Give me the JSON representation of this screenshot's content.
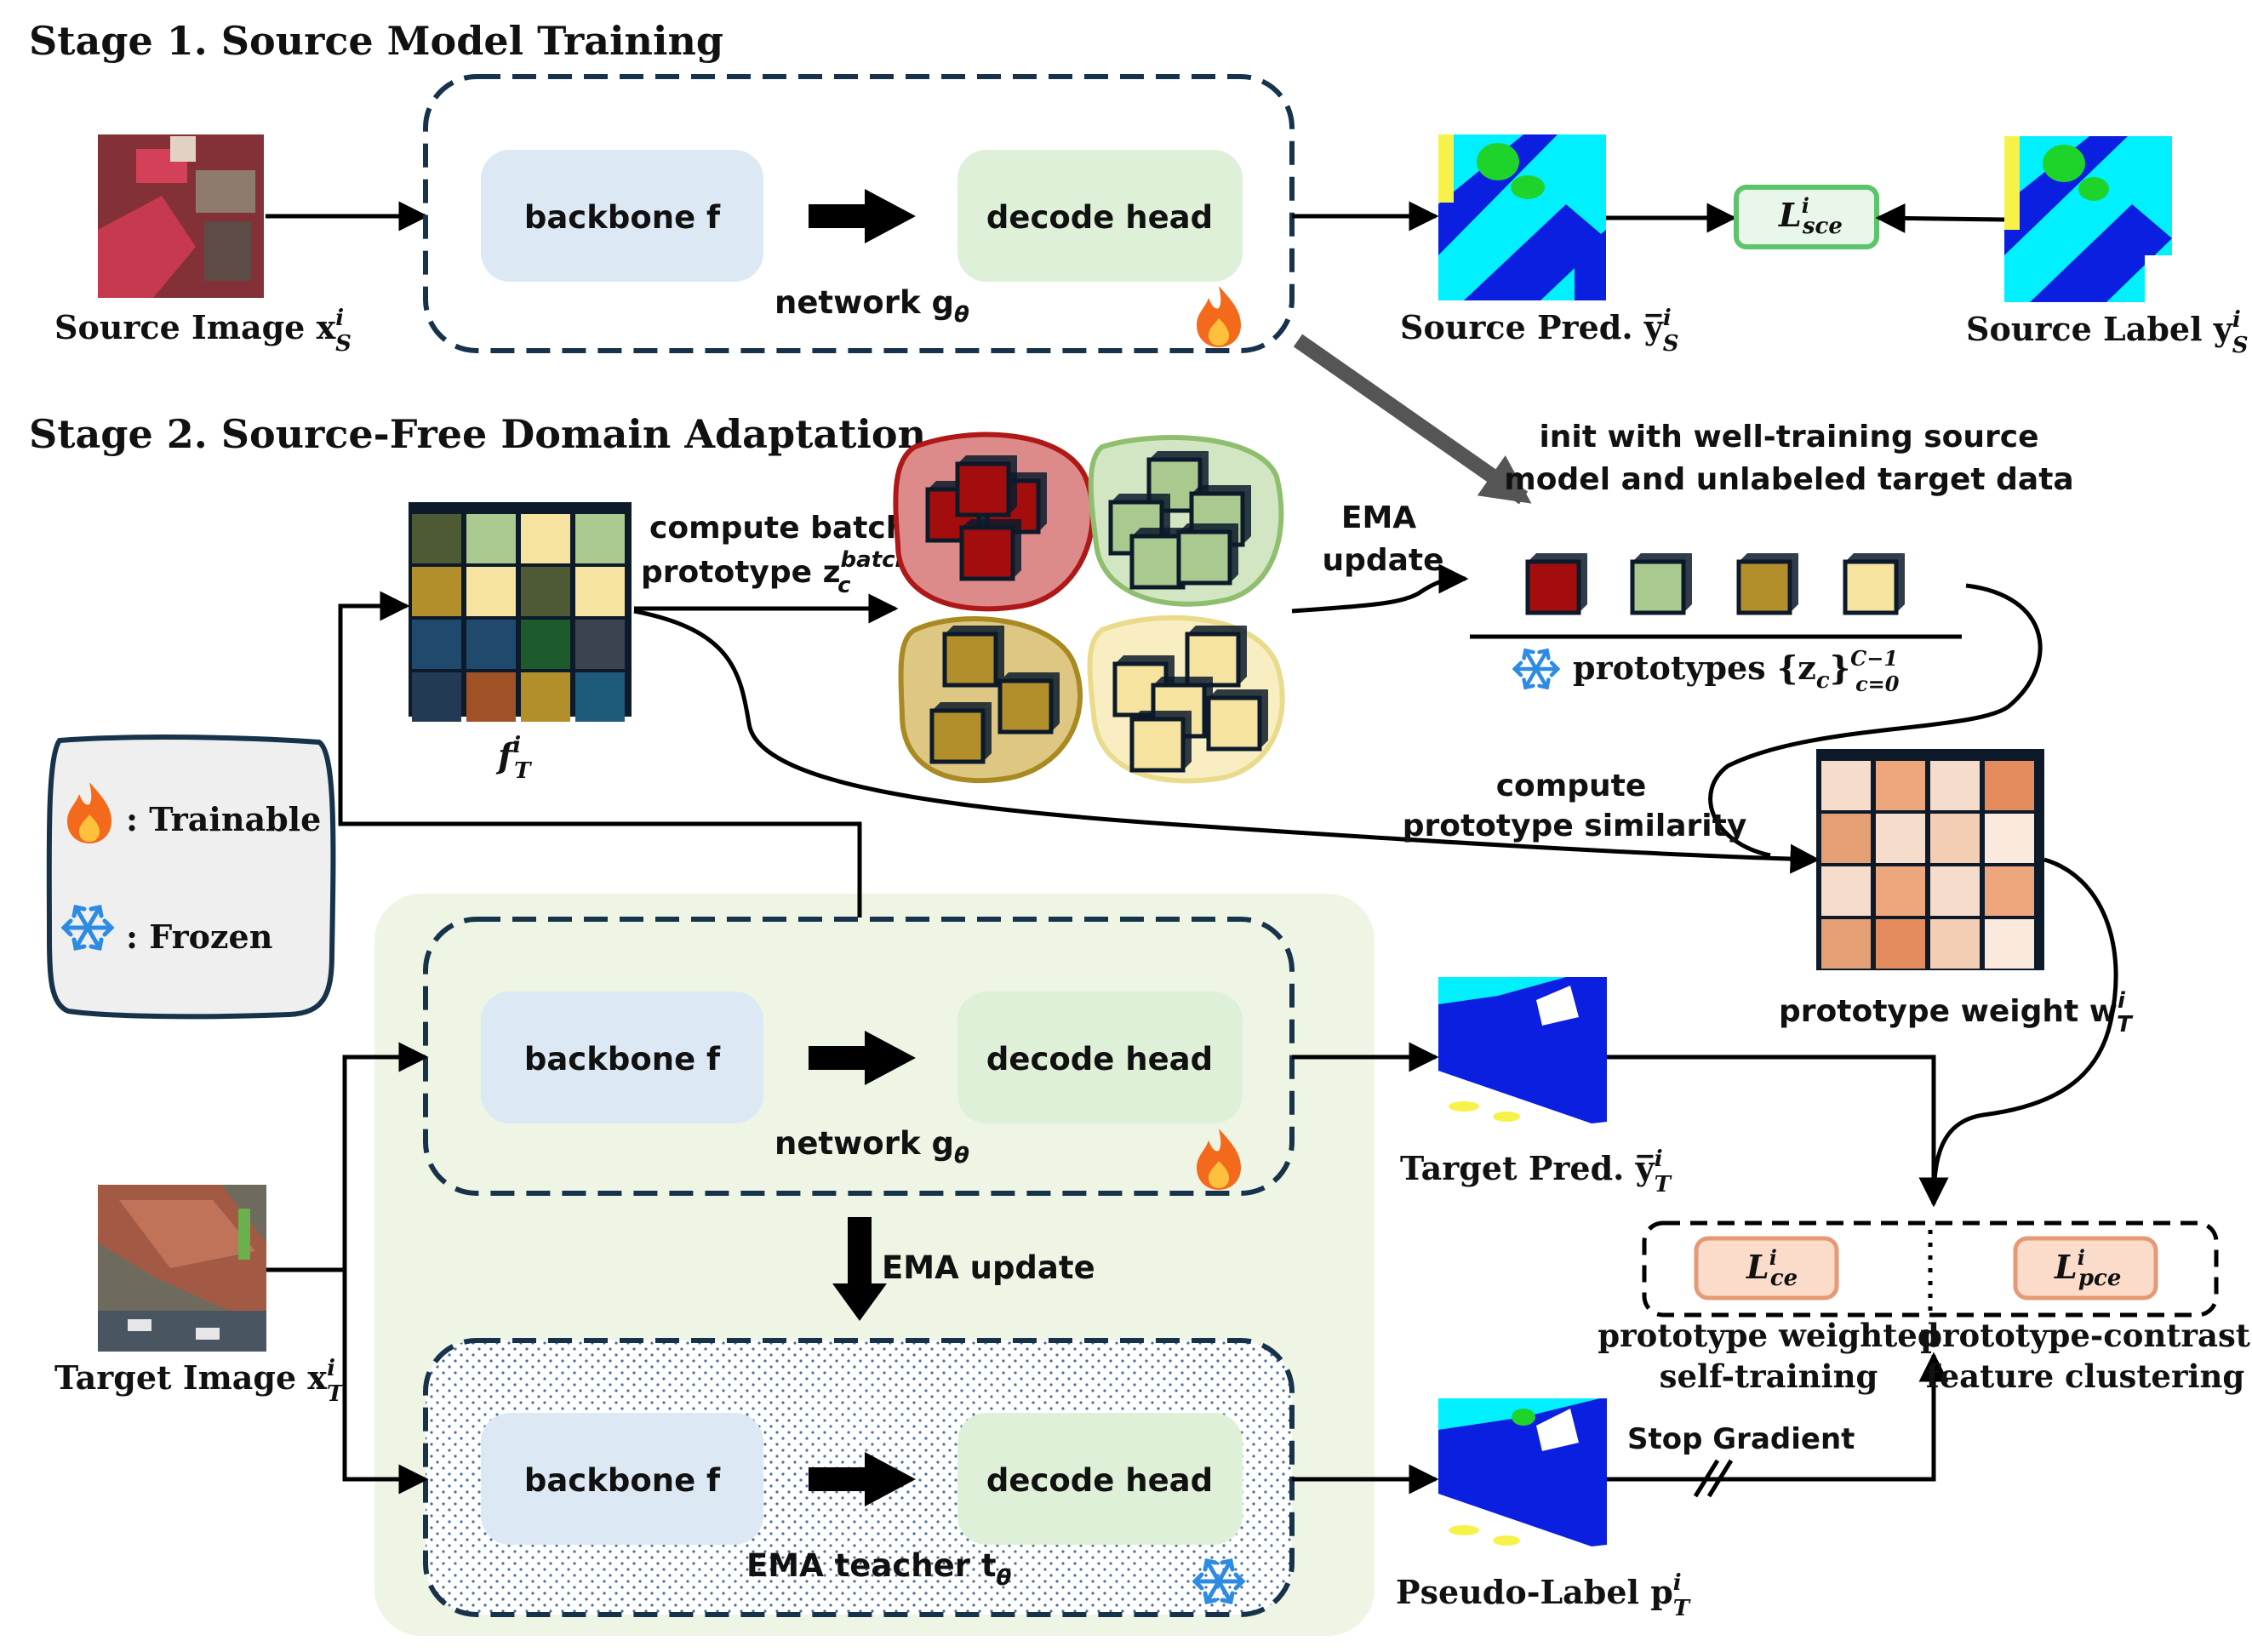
{
  "stage1": {
    "heading": "Stage 1. Source Model Training",
    "source_image_label": "Source Image x",
    "source_image_sub": "S",
    "source_image_sup": "i",
    "backbone_label": "backbone  f",
    "decode_head_label": "decode head",
    "network_label": "network g",
    "network_sub": "θ",
    "source_pred_label": "Source Pred. y̅",
    "source_pred_sub": "S",
    "source_pred_sup": "i",
    "loss_label": "L",
    "loss_sub": "sce",
    "loss_sup": "i",
    "source_label_label": "Source Label y",
    "source_label_sub": "S",
    "source_label_sup": "i"
  },
  "stage2": {
    "heading": "Stage 2. Source-Free Domain Adaptation",
    "init_note_line1": "init with well-training source",
    "init_note_line2": "model and unlabeled target data",
    "batch_proto_line1": "compute batch",
    "batch_proto_line2": "prototype z",
    "batch_proto_sub": "c",
    "batch_proto_sup": "batch",
    "feature_label": "f",
    "feature_sub": "T",
    "feature_sup": "i",
    "ema_update_line1": "EMA",
    "ema_update_line2": "update",
    "prototypes_label": "prototypes {z",
    "prototypes_sub": "c",
    "prototypes_close": "}",
    "prototypes_range_sup": "C−1",
    "prototypes_range_sub": "c=0",
    "similarity_line1": "compute",
    "similarity_line2": "prototype similarity",
    "weight_label": "prototype weight w",
    "weight_sub": "T",
    "weight_sup": "i",
    "legend_trainable": ": Trainable",
    "legend_frozen": ": Frozen",
    "student_backbone": "backbone  f",
    "student_decode": "decode head",
    "student_network": "network g",
    "student_network_sub": "θ",
    "ema_update_label": "EMA update",
    "teacher_backbone": "backbone  f",
    "teacher_decode": "decode head",
    "teacher_label": "EMA teacher t",
    "teacher_sub": "θ",
    "target_image_label": "Target Image x",
    "target_image_sub": "T",
    "target_image_sup": "i",
    "target_pred_label": "Target Pred. y̅",
    "target_pred_sub": "T",
    "target_pred_sup": "i",
    "pseudo_label": "Pseudo-Label p",
    "pseudo_sub": "T",
    "pseudo_sup": "i",
    "stop_gradient": "Stop Gradient",
    "loss_ce": "L",
    "loss_ce_sub": "ce",
    "loss_ce_sup": "i",
    "loss_pce": "L",
    "loss_pce_sub": "pce",
    "loss_pce_sup": "i",
    "ce_caption_line1": "prototype weighted",
    "ce_caption_line2": "self-training",
    "pce_caption_line1": "prototype-contrast",
    "pce_caption_line2": "feature clustering"
  },
  "colors": {
    "backbone_fill": "#dce9f5",
    "decode_fill": "#dff0d8",
    "green_panel": "#eef5e4",
    "loss_sce_border": "#5cc46a",
    "loss_ce_fill": "#fbdccb",
    "loss_ce_border": "#e59a75",
    "proto_red": "#a30d0d",
    "proto_green": "#a9c98e",
    "proto_olive": "#b38f2c",
    "proto_yellow": "#f6e3a0",
    "arrow_gray": "#555555",
    "seg_blue": "#0a1fe0",
    "seg_cyan": "#00f0ff",
    "seg_green": "#1ed42a"
  },
  "icons": [
    "fire-icon",
    "snowflake-icon"
  ]
}
